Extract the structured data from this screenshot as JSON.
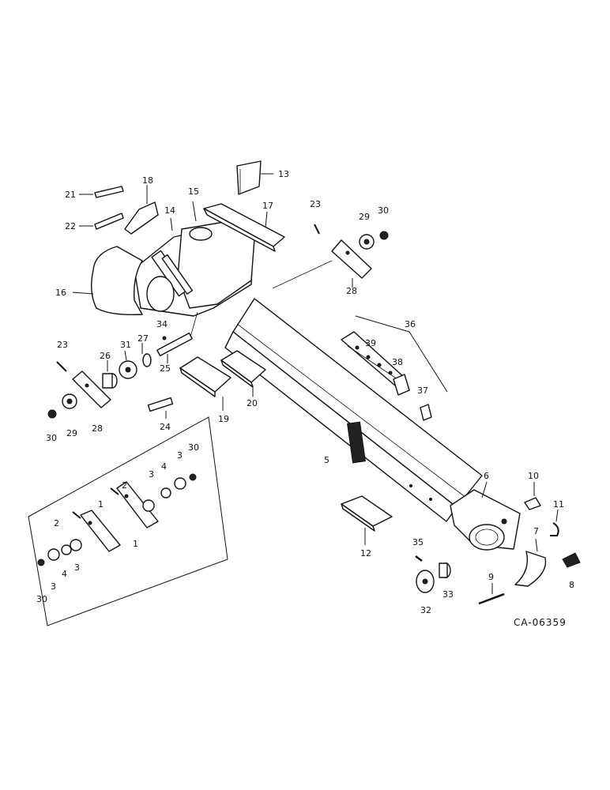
{
  "drawing_code": "CA-06359",
  "callouts": [
    "1",
    "1",
    "2",
    "2",
    "3",
    "3",
    "3",
    "3",
    "4",
    "4",
    "5",
    "6",
    "7",
    "8",
    "9",
    "10",
    "11",
    "12",
    "13",
    "14",
    "15",
    "16",
    "17",
    "18",
    "19",
    "20",
    "21",
    "22",
    "23",
    "23",
    "24",
    "25",
    "26",
    "27",
    "28",
    "28",
    "29",
    "29",
    "30",
    "30",
    "30",
    "30",
    "31",
    "32",
    "33",
    "34",
    "35",
    "36",
    "37",
    "38",
    "39"
  ]
}
